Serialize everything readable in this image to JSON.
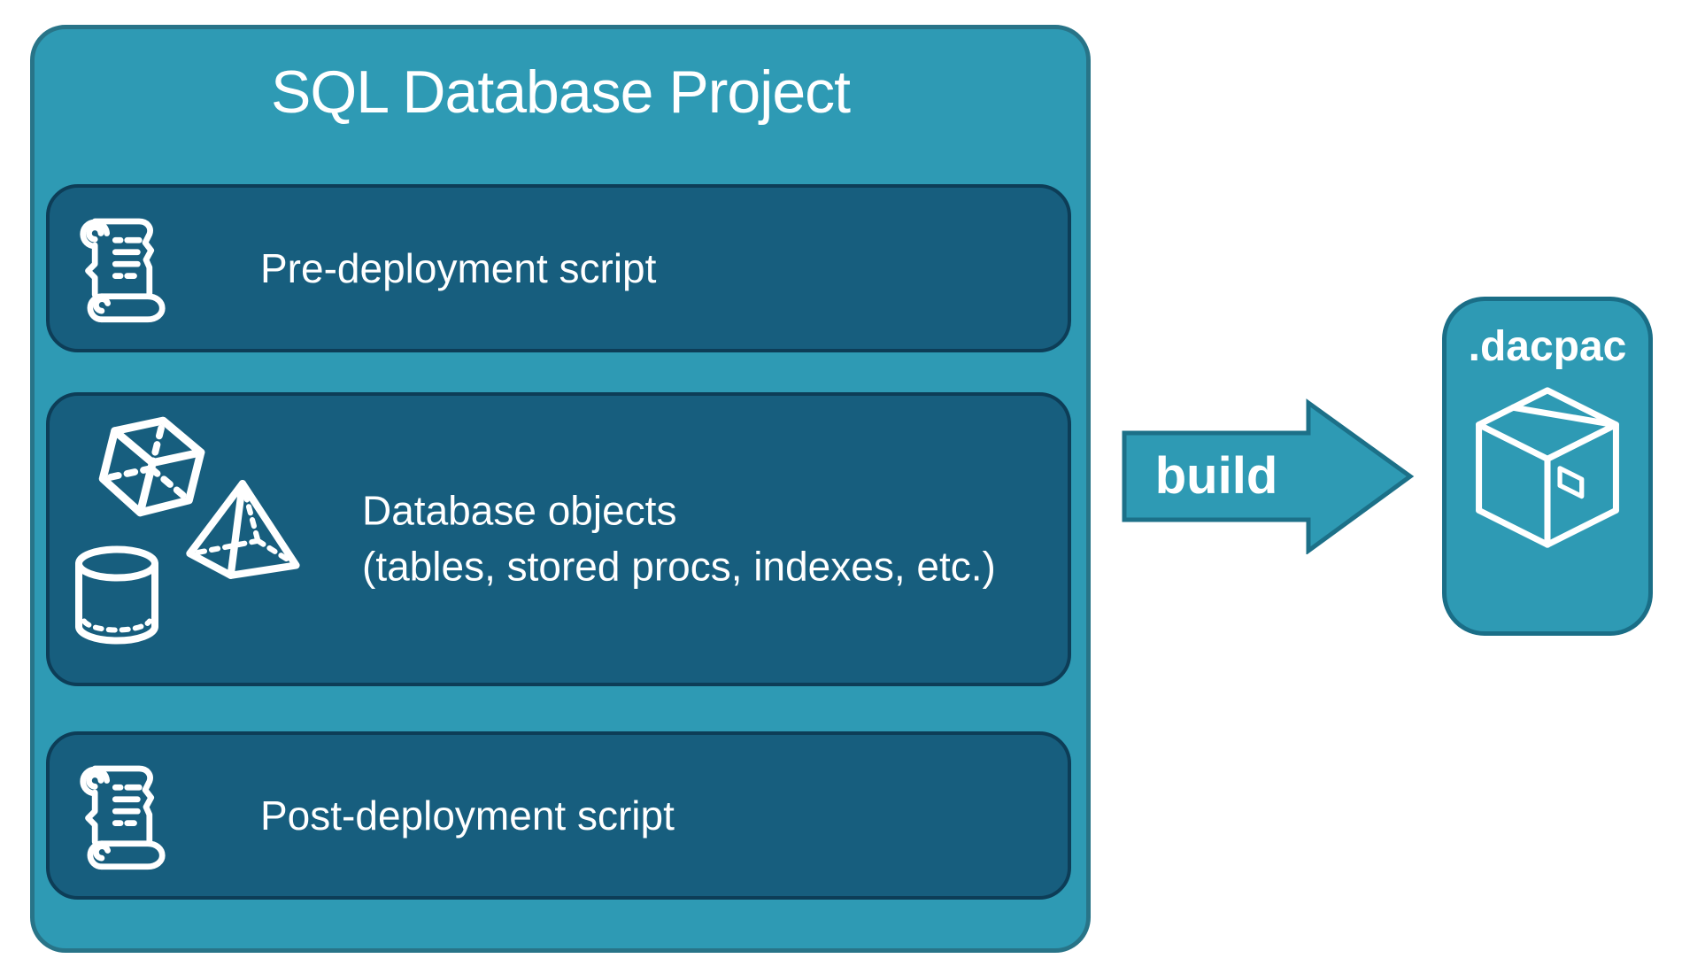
{
  "project": {
    "title": "SQL Database Project",
    "boxes": {
      "pre": {
        "label": "Pre-deployment script",
        "icon": "scroll-icon"
      },
      "objects": {
        "line1": "Database objects",
        "line2": "(tables, stored procs, indexes, etc.)",
        "icons": [
          "cube-icon",
          "pyramid-icon",
          "cylinder-icon"
        ]
      },
      "post": {
        "label": "Post-deployment script",
        "icon": "scroll-icon"
      }
    }
  },
  "build_arrow": {
    "label": "build"
  },
  "artifact": {
    "label": ".dacpac",
    "icon": "package-icon"
  },
  "colors": {
    "container_fill": "#2E9AB4",
    "container_border": "#287488",
    "inner_box_fill": "#175E7E",
    "inner_box_border": "#0D3D57",
    "arrow_fill": "#2E9AB4",
    "arrow_border": "#1C7088",
    "artifact_border": "#1A6E87",
    "text": "#FFFFFF",
    "page_background": "#FFFFFF"
  }
}
